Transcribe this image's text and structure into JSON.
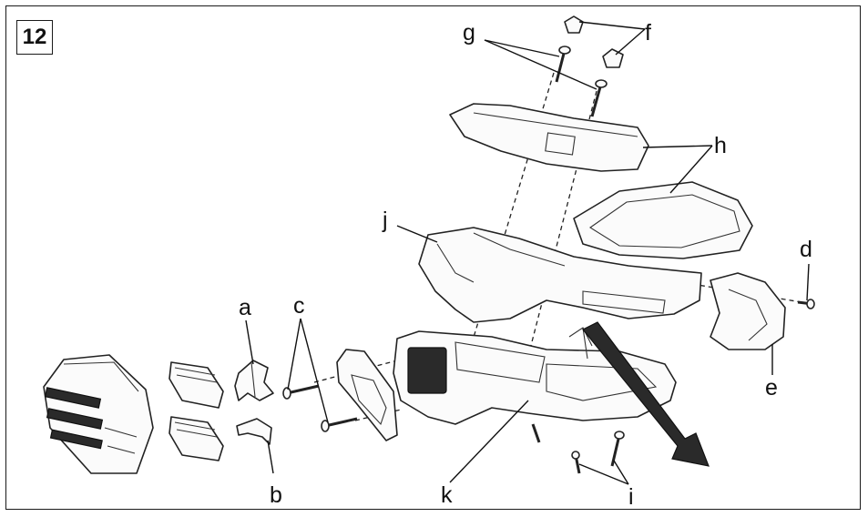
{
  "figure_number": "12",
  "labels": {
    "a": "a",
    "b": "b",
    "c": "c",
    "d": "d",
    "e": "e",
    "f": "f",
    "g": "g",
    "h": "h",
    "i": "i",
    "j": "j",
    "k": "k"
  }
}
